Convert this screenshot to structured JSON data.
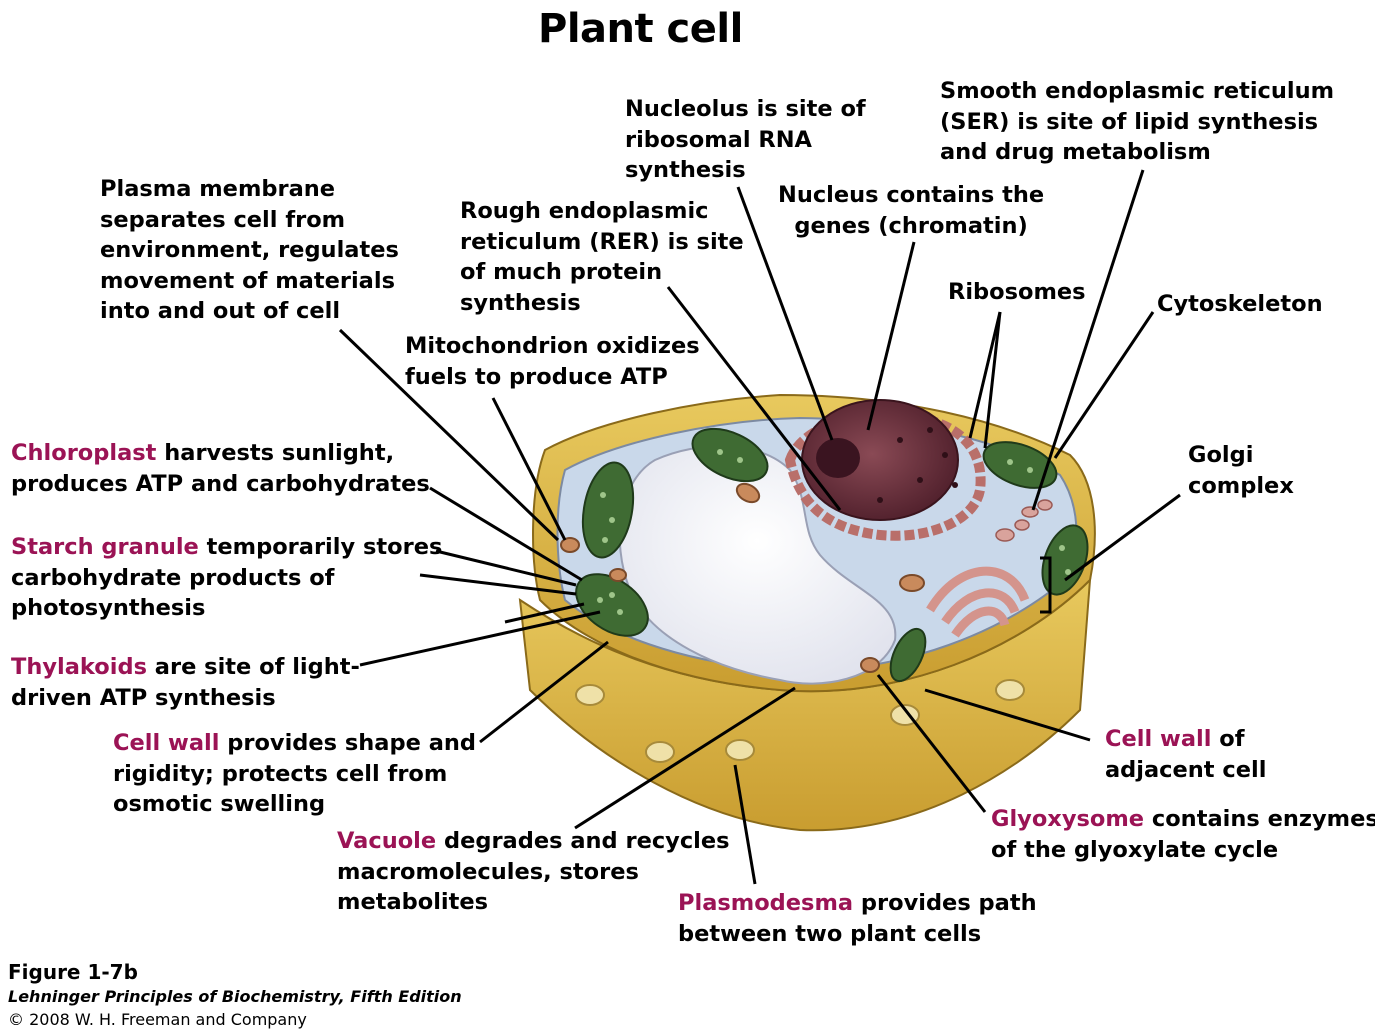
{
  "title": "Plant cell",
  "labels": {
    "nucleolus": {
      "l1": "Nucleolus is site of",
      "l2": "ribosomal RNA",
      "l3": "synthesis"
    },
    "ser": {
      "l1": "Smooth endoplasmic reticulum",
      "l2": "(SER) is site of lipid synthesis",
      "l3": "and drug metabolism"
    },
    "plasma": {
      "l1": "Plasma membrane",
      "l2": "separates cell from",
      "l3": "environment, regulates",
      "l4": "movement of materials",
      "l5": "into and out of cell"
    },
    "rer": {
      "l1": "Rough endoplasmic",
      "l2": "reticulum (RER) is site",
      "l3": "of much protein",
      "l4": "synthesis"
    },
    "nucleus": {
      "l1": "Nucleus contains the",
      "l2": "genes (chromatin)"
    },
    "ribosomes": {
      "l1": "Ribosomes"
    },
    "cytoskeleton": {
      "l1": "Cytoskeleton"
    },
    "mito": {
      "l1": "Mitochondrion oxidizes",
      "l2": "fuels to produce ATP"
    },
    "chloroplast": {
      "term": "Chloroplast",
      "rest": " harvests sunlight,",
      "l2": "produces ATP and carbohydrates"
    },
    "golgi": {
      "l1": "Golgi",
      "l2": "complex"
    },
    "starch": {
      "term": "Starch granule",
      "rest": " temporarily stores",
      "l2": "carbohydrate products of",
      "l3": "photosynthesis"
    },
    "thylakoids": {
      "term": "Thylakoids",
      "rest": " are site of light-",
      "l2": "driven ATP synthesis"
    },
    "cellwall": {
      "term": "Cell wall",
      "rest": " provides shape and",
      "l2": "rigidity; protects cell from",
      "l3": "osmotic swelling"
    },
    "adjwall": {
      "term": "Cell wall",
      "rest": " of",
      "l2": "adjacent cell"
    },
    "glyoxysome": {
      "term": "Glyoxysome",
      "rest": " contains enzymes",
      "l2": "of the glyoxylate cycle"
    },
    "vacuole": {
      "term": "Vacuole",
      "rest": " degrades and recycles",
      "l2": "macromolecules, stores",
      "l3": "metabolites"
    },
    "plasmodesma": {
      "term": "Plasmodesma",
      "rest": " provides path",
      "l2": "between two plant cells"
    }
  },
  "caption": {
    "figure": "Figure 1-7b",
    "book": "Lehninger Principles of Biochemistry, Fifth Edition",
    "copyright": "© 2008 W. H. Freeman and Company"
  },
  "colors": {
    "term_highlight": "#9b1355",
    "cell_wall": "#d9b54a",
    "cytoplasm": "#c9d8ea",
    "vacuole": "#f7f7fb",
    "nucleus": "#6e2f3e",
    "chloroplast": "#3f6b33",
    "er_golgi": "#d4948c"
  }
}
